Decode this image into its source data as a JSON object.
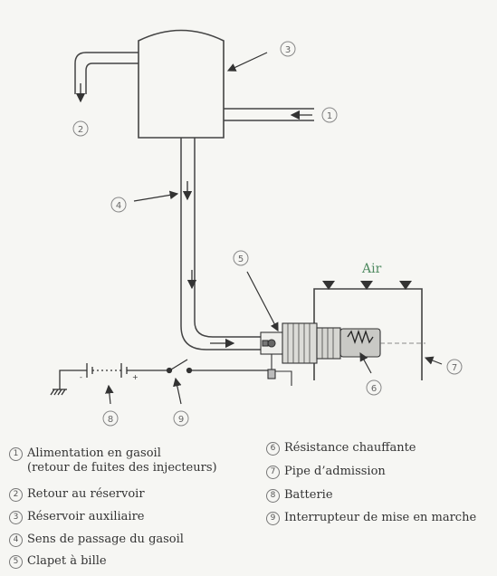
{
  "diagram": {
    "air_label": "Air",
    "callouts": [
      "1",
      "2",
      "3",
      "4",
      "5",
      "6",
      "7",
      "8",
      "9"
    ],
    "battery_minus": "-",
    "battery_plus": "+"
  },
  "legend": {
    "left": [
      {
        "num": "1",
        "text": "Alimentation en gasoil",
        "text2": "(retour de fuites des injecteurs)"
      },
      {
        "num": "2",
        "text": "Retour au réservoir"
      },
      {
        "num": "3",
        "text": "Réservoir auxiliaire"
      },
      {
        "num": "4",
        "text": "Sens de passage du gasoil"
      },
      {
        "num": "5",
        "text": "Clapet à bille"
      }
    ],
    "right": [
      {
        "num": "6",
        "text": "Résistance chauffante"
      },
      {
        "num": "7",
        "text": "Pipe d’admission"
      },
      {
        "num": "8",
        "text": "Batterie"
      },
      {
        "num": "9",
        "text": "Interrupteur de mise en marche"
      }
    ]
  }
}
